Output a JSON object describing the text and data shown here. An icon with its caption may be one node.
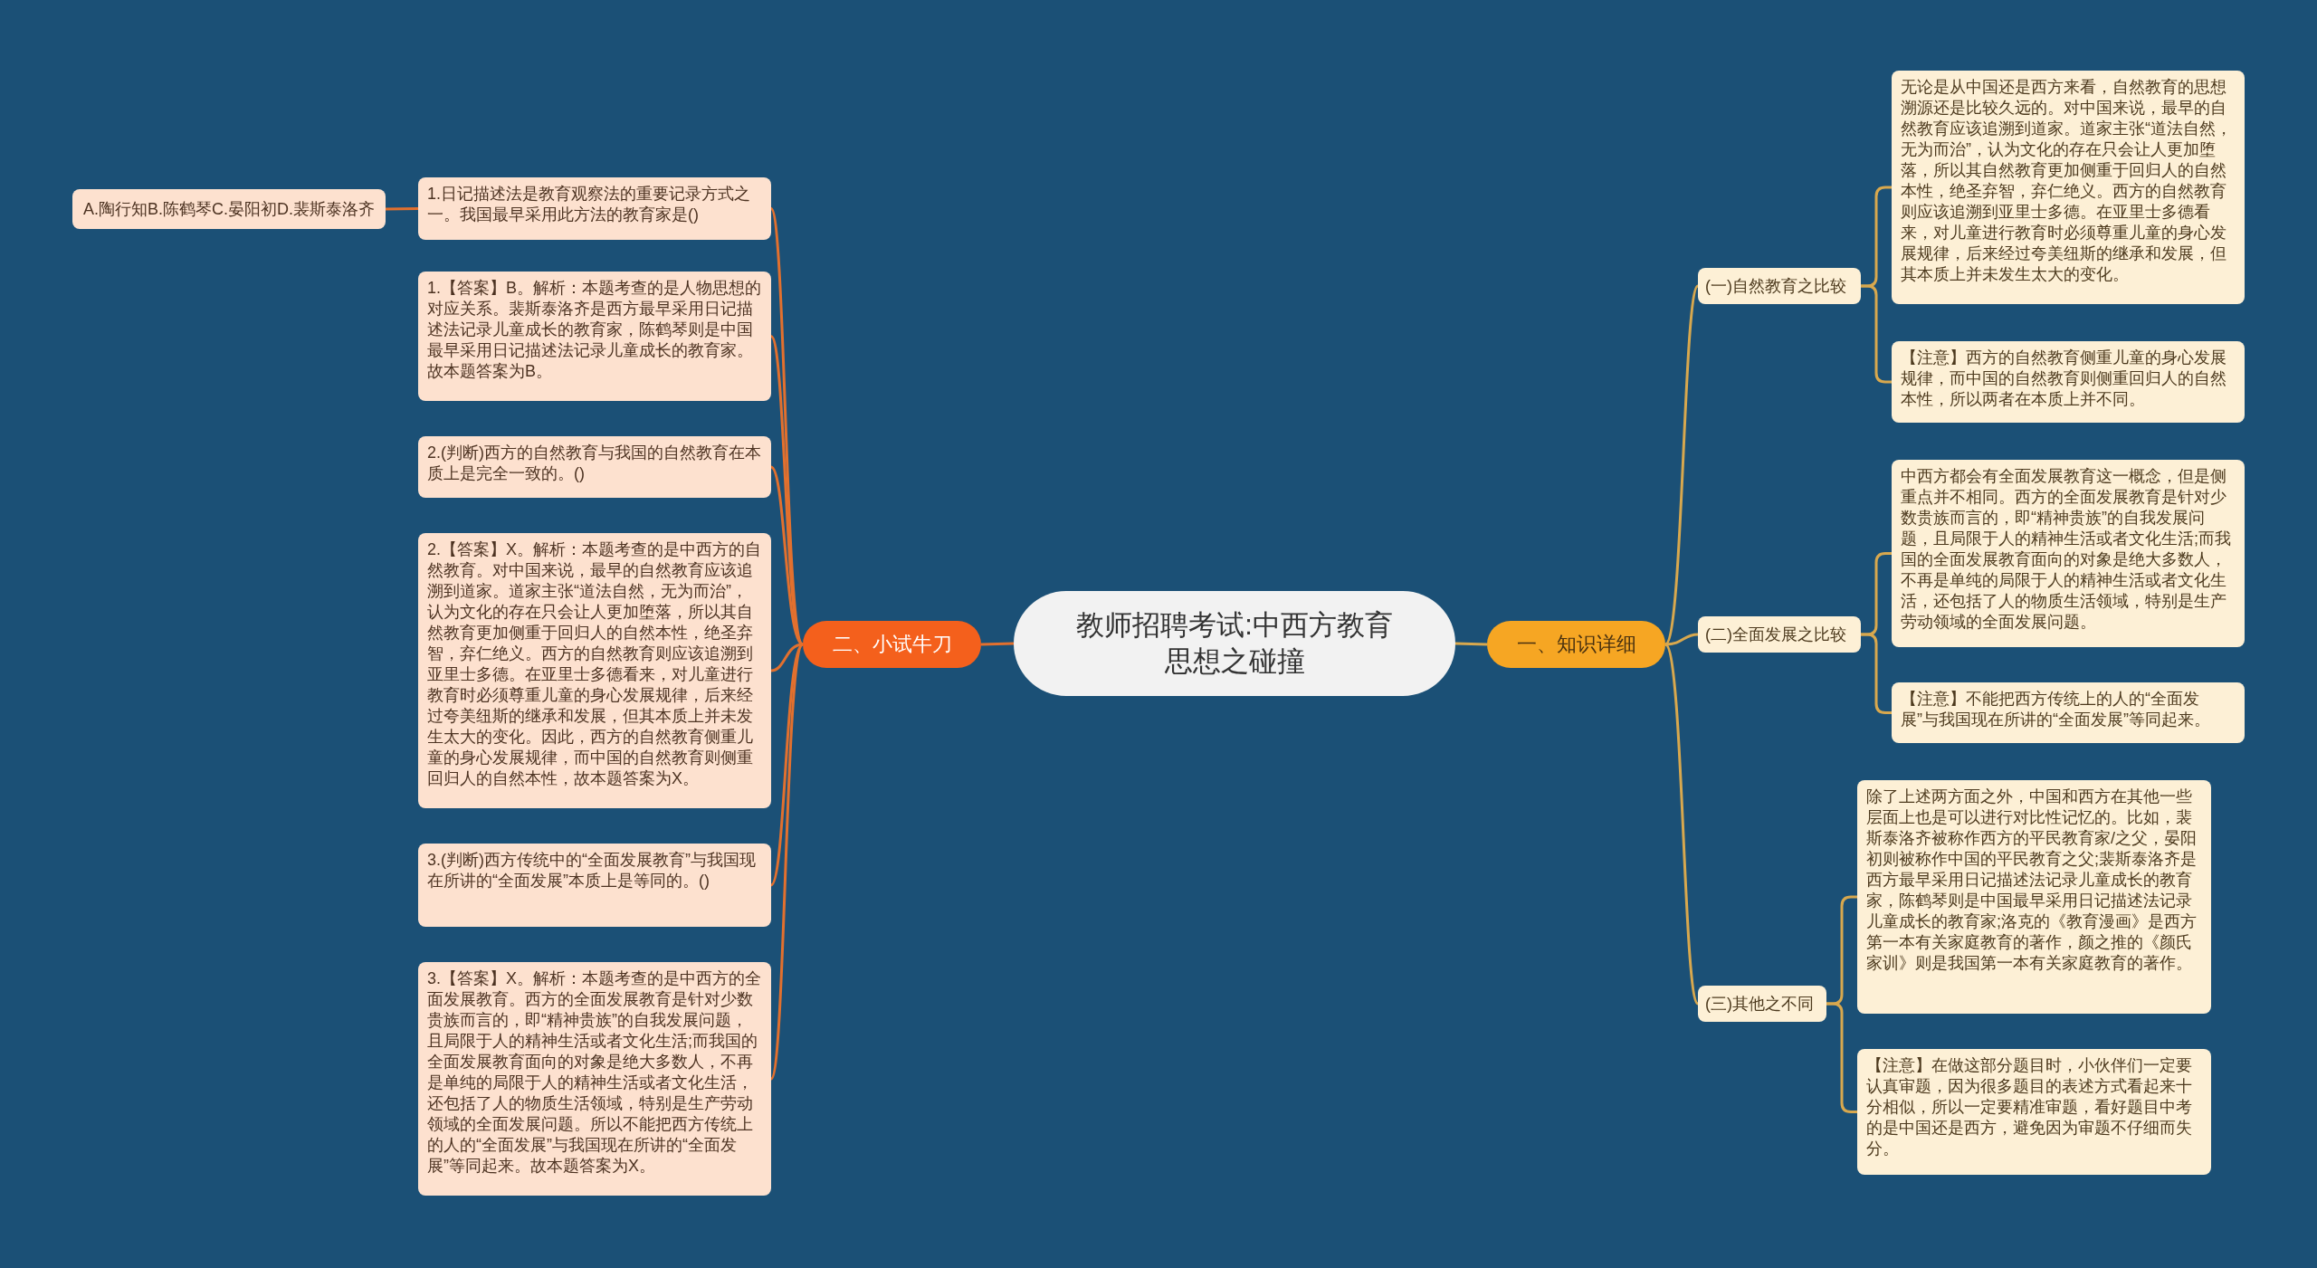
{
  "diagram": {
    "nodes": [
      {
        "text": [
          "教师招聘考试:中西方教育思想之碰撞"
        ]
      },
      {
        "text": [
          "二、小试牛刀"
        ]
      },
      {
        "text": [
          "1.日记描述法是教育观察法的重要记录方式之一。我国最早采用此方法的教育家是()"
        ]
      },
      {
        "text": [
          "1.【答案】B。解析：本题考查的是人物思想的对应关系。裴斯泰洛齐是西方最早采用日记描述法记录儿童成长的教育家，陈鹤琴则是中国最早采用日记描述法记录儿童成长的教育家。故本题答案为B。"
        ]
      },
      {
        "text": [
          "2.(判断)西方的自然教育与我国的自然教育在本质上是完全一致的。()"
        ]
      },
      {
        "text": [
          "2.【答案】X。解析：本题考查的是中西方的自然教育。对中国来说，最早的自然教育应该追溯到道家。道家主张“道法自然，无为而治”，认为文化的存在只会让人更加堕落，所以其自然教育更加侧重于回归人的自然本性，绝圣弃智，弃仁绝义。西方的自然教育则应该追溯到亚里士多德。在亚里士多德看来，对儿童进行教育时必须尊重儿童的身心发展规律，后来经过夸美纽斯的继承和发展，但其本质上并未发生太大的变化。因此，西方的自然教育侧重儿童的身心发展规律，而中国的自然教育则侧重回归人的自然本性，故本题答案为X。"
        ]
      },
      {
        "text": [
          "3.(判断)西方传统中的“全面发展教育”与我国现在所讲的“全面发展”本质上是等同的。()"
        ]
      },
      {
        "text": [
          "3.【答案】X。解析：本题考查的是中西方的全面发展教育。西方的全面发展教育是针对少数贵族而言的，即“精神贵族”的自我发展问题，且局限于人的精神生活或者文化生活;而我国的全面发展教育面向的对象是绝大多数人，不再是单纯的局限于人的精神生活或者文化生活，还包括了人的物质生活领域，特别是生产劳动领域的全面发展问题。所以不能把西方传统上的人的“全面发展”与我国现在所讲的“全面发展”等同起来。故本题答案为X。"
        ]
      },
      {
        "text": [
          "A.陶行知B.陈鹤琴C.晏阳初D.裴斯泰洛齐"
        ]
      },
      {
        "text": [
          "一、知识详细"
        ]
      },
      {
        "text": [
          "(一)自然教育之比较"
        ]
      },
      {
        "text": [
          "无论是从中国还是西方来看，自然教育的思想溯源还是比较久远的。对中国来说，最早的自然教育应该追溯到道家。道家主张“道法自然，无为而治”，认为文化的存在只会让人更加堕落，所以其自然教育更加侧重于回归人的自然本性，绝圣弃智，弃仁绝义。西方的自然教育则应该追溯到亚里士多德。在亚里士多德看来，对儿童进行教育时必须尊重儿童的身心发展规律，后来经过夸美纽斯的继承和发展，但其本质上并未发生太大的变化。"
        ]
      },
      {
        "text": [
          "【注意】西方的自然教育侧重儿童的身心发展规律，而中国的自然教育则侧重回归人的自然本性，所以两者在本质上并不同。"
        ]
      },
      {
        "text": [
          "(二)全面发展之比较"
        ]
      },
      {
        "text": [
          "中西方都会有全面发展教育这一概念，但是侧重点并不相同。西方的全面发展教育是针对少数贵族而言的，即“精神贵族”的自我发展问题，且局限于人的精神生活或者文化生活;而我国的全面发展教育面向的对象是绝大多数人，不再是单纯的局限于人的精神生活或者文化生活，还包括了人的物质生活领域，特别是生产劳动领域的全面发展问题。"
        ]
      },
      {
        "text": [
          "【注意】不能把西方传统上的人的“全面发展”与我国现在所讲的“全面发展”等同起来。"
        ]
      },
      {
        "text": [
          "(三)其他之不同"
        ]
      },
      {
        "text": [
          "除了上述两方面之外，中国和西方在其他一些层面上也是可以进行对比性记忆的。比如，裴斯泰洛齐被称作西方的平民教育家/之父，晏阳初则被称作中国的平民教育之父;裴斯泰洛齐是西方最早采用日记描述法记录儿童成长的教育家，陈鹤琴则是中国最早采用日记描述法记录儿童成长的教育家;洛克的《教育漫画》是西方第一本有关家庭教育的著作，颜之推的《颜氏家训》则是我国第一本有关家庭教育的著作。"
        ]
      },
      {
        "text": [
          "【注意】在做这部分题目时，小伙伴们一定要认真审题，因为很多题目的表述方式看起来十分相似，所以一定要精准审题，看好题目中考的是中国还是西方，避免因为审题不仔细而失分。"
        ]
      }
    ],
    "edges": [
      {
        "from": 0,
        "to": 1,
        "arrow": "none",
        "color": "#e2702e"
      },
      {
        "from": 1,
        "to": 2,
        "arrow": "none",
        "color": "#e2702e"
      },
      {
        "from": 1,
        "to": 3,
        "arrow": "none",
        "color": "#e2702e"
      },
      {
        "from": 1,
        "to": 4,
        "arrow": "none",
        "color": "#e2702e"
      },
      {
        "from": 1,
        "to": 5,
        "arrow": "none",
        "color": "#e2702e"
      },
      {
        "from": 1,
        "to": 6,
        "arrow": "none",
        "color": "#e2702e"
      },
      {
        "from": 1,
        "to": 7,
        "arrow": "none",
        "color": "#e2702e"
      },
      {
        "from": 2,
        "to": 8,
        "arrow": "none",
        "color": "#e2702e"
      },
      {
        "from": 0,
        "to": 9,
        "arrow": "none"
      },
      {
        "from": 9,
        "to": 10,
        "arrow": "none"
      },
      {
        "from": 10,
        "to": 11,
        "arrow": "none"
      },
      {
        "from": 10,
        "to": 12,
        "arrow": "none"
      },
      {
        "from": 9,
        "to": 13,
        "arrow": "none"
      },
      {
        "from": 13,
        "to": 14,
        "arrow": "none"
      },
      {
        "from": 13,
        "to": 15,
        "arrow": "none"
      },
      {
        "from": 9,
        "to": 16,
        "arrow": "none"
      },
      {
        "from": 16,
        "to": 17,
        "arrow": "none"
      },
      {
        "from": 16,
        "to": 18,
        "arrow": "none"
      }
    ]
  }
}
